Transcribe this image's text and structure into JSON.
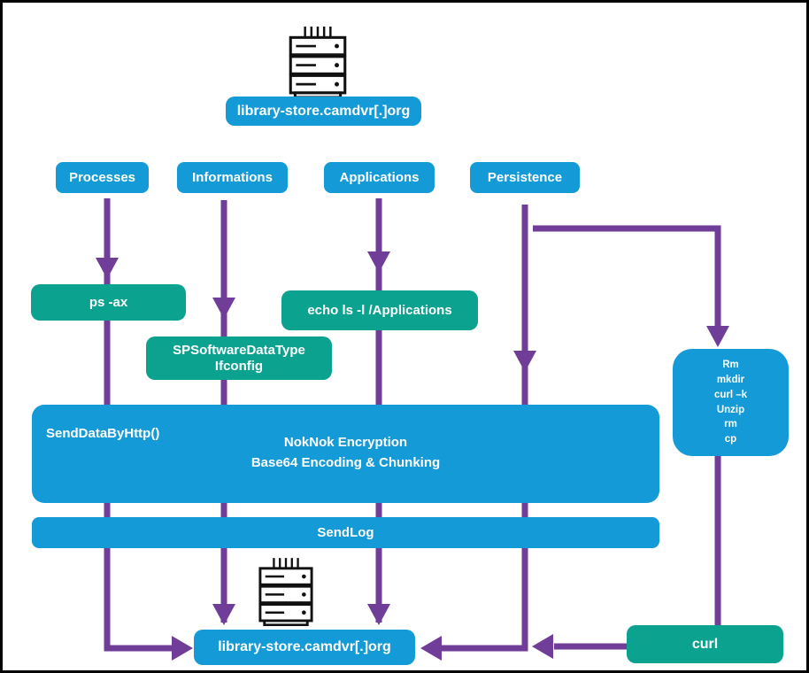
{
  "diagram": {
    "title_implicit": "Malware C2 data-flow diagram",
    "c2_server": {
      "top_label": "library-store.camdvr[.]org",
      "bottom_label": "library-store.camdvr[.]org"
    },
    "categories": [
      {
        "label": "Processes"
      },
      {
        "label": "Informations"
      },
      {
        "label": "Applications"
      },
      {
        "label": "Persistence"
      }
    ],
    "commands": {
      "ps": "ps -ax",
      "echo": "echo ls -l /Applications",
      "sp_line1": "SPSoftwareDataType",
      "sp_line2": "Ifconfig",
      "persistence_cmds": [
        "Rm",
        "mkdir",
        "curl –k",
        "Unzip",
        "rm",
        "cp"
      ],
      "curl": "curl"
    },
    "processing": {
      "send_data": "SendDataByHttp()",
      "encryption_line1": "NokNok Encryption",
      "encryption_line2": "Base64 Encoding & Chunking",
      "send_log": "SendLog"
    },
    "icons": {
      "top": "server-rack-icon",
      "bottom": "server-rack-icon"
    },
    "colors": {
      "blue": "#149ad6",
      "teal": "#0ba28f",
      "purple": "#703e98",
      "border": "#000000",
      "background": "#ffffff"
    }
  }
}
